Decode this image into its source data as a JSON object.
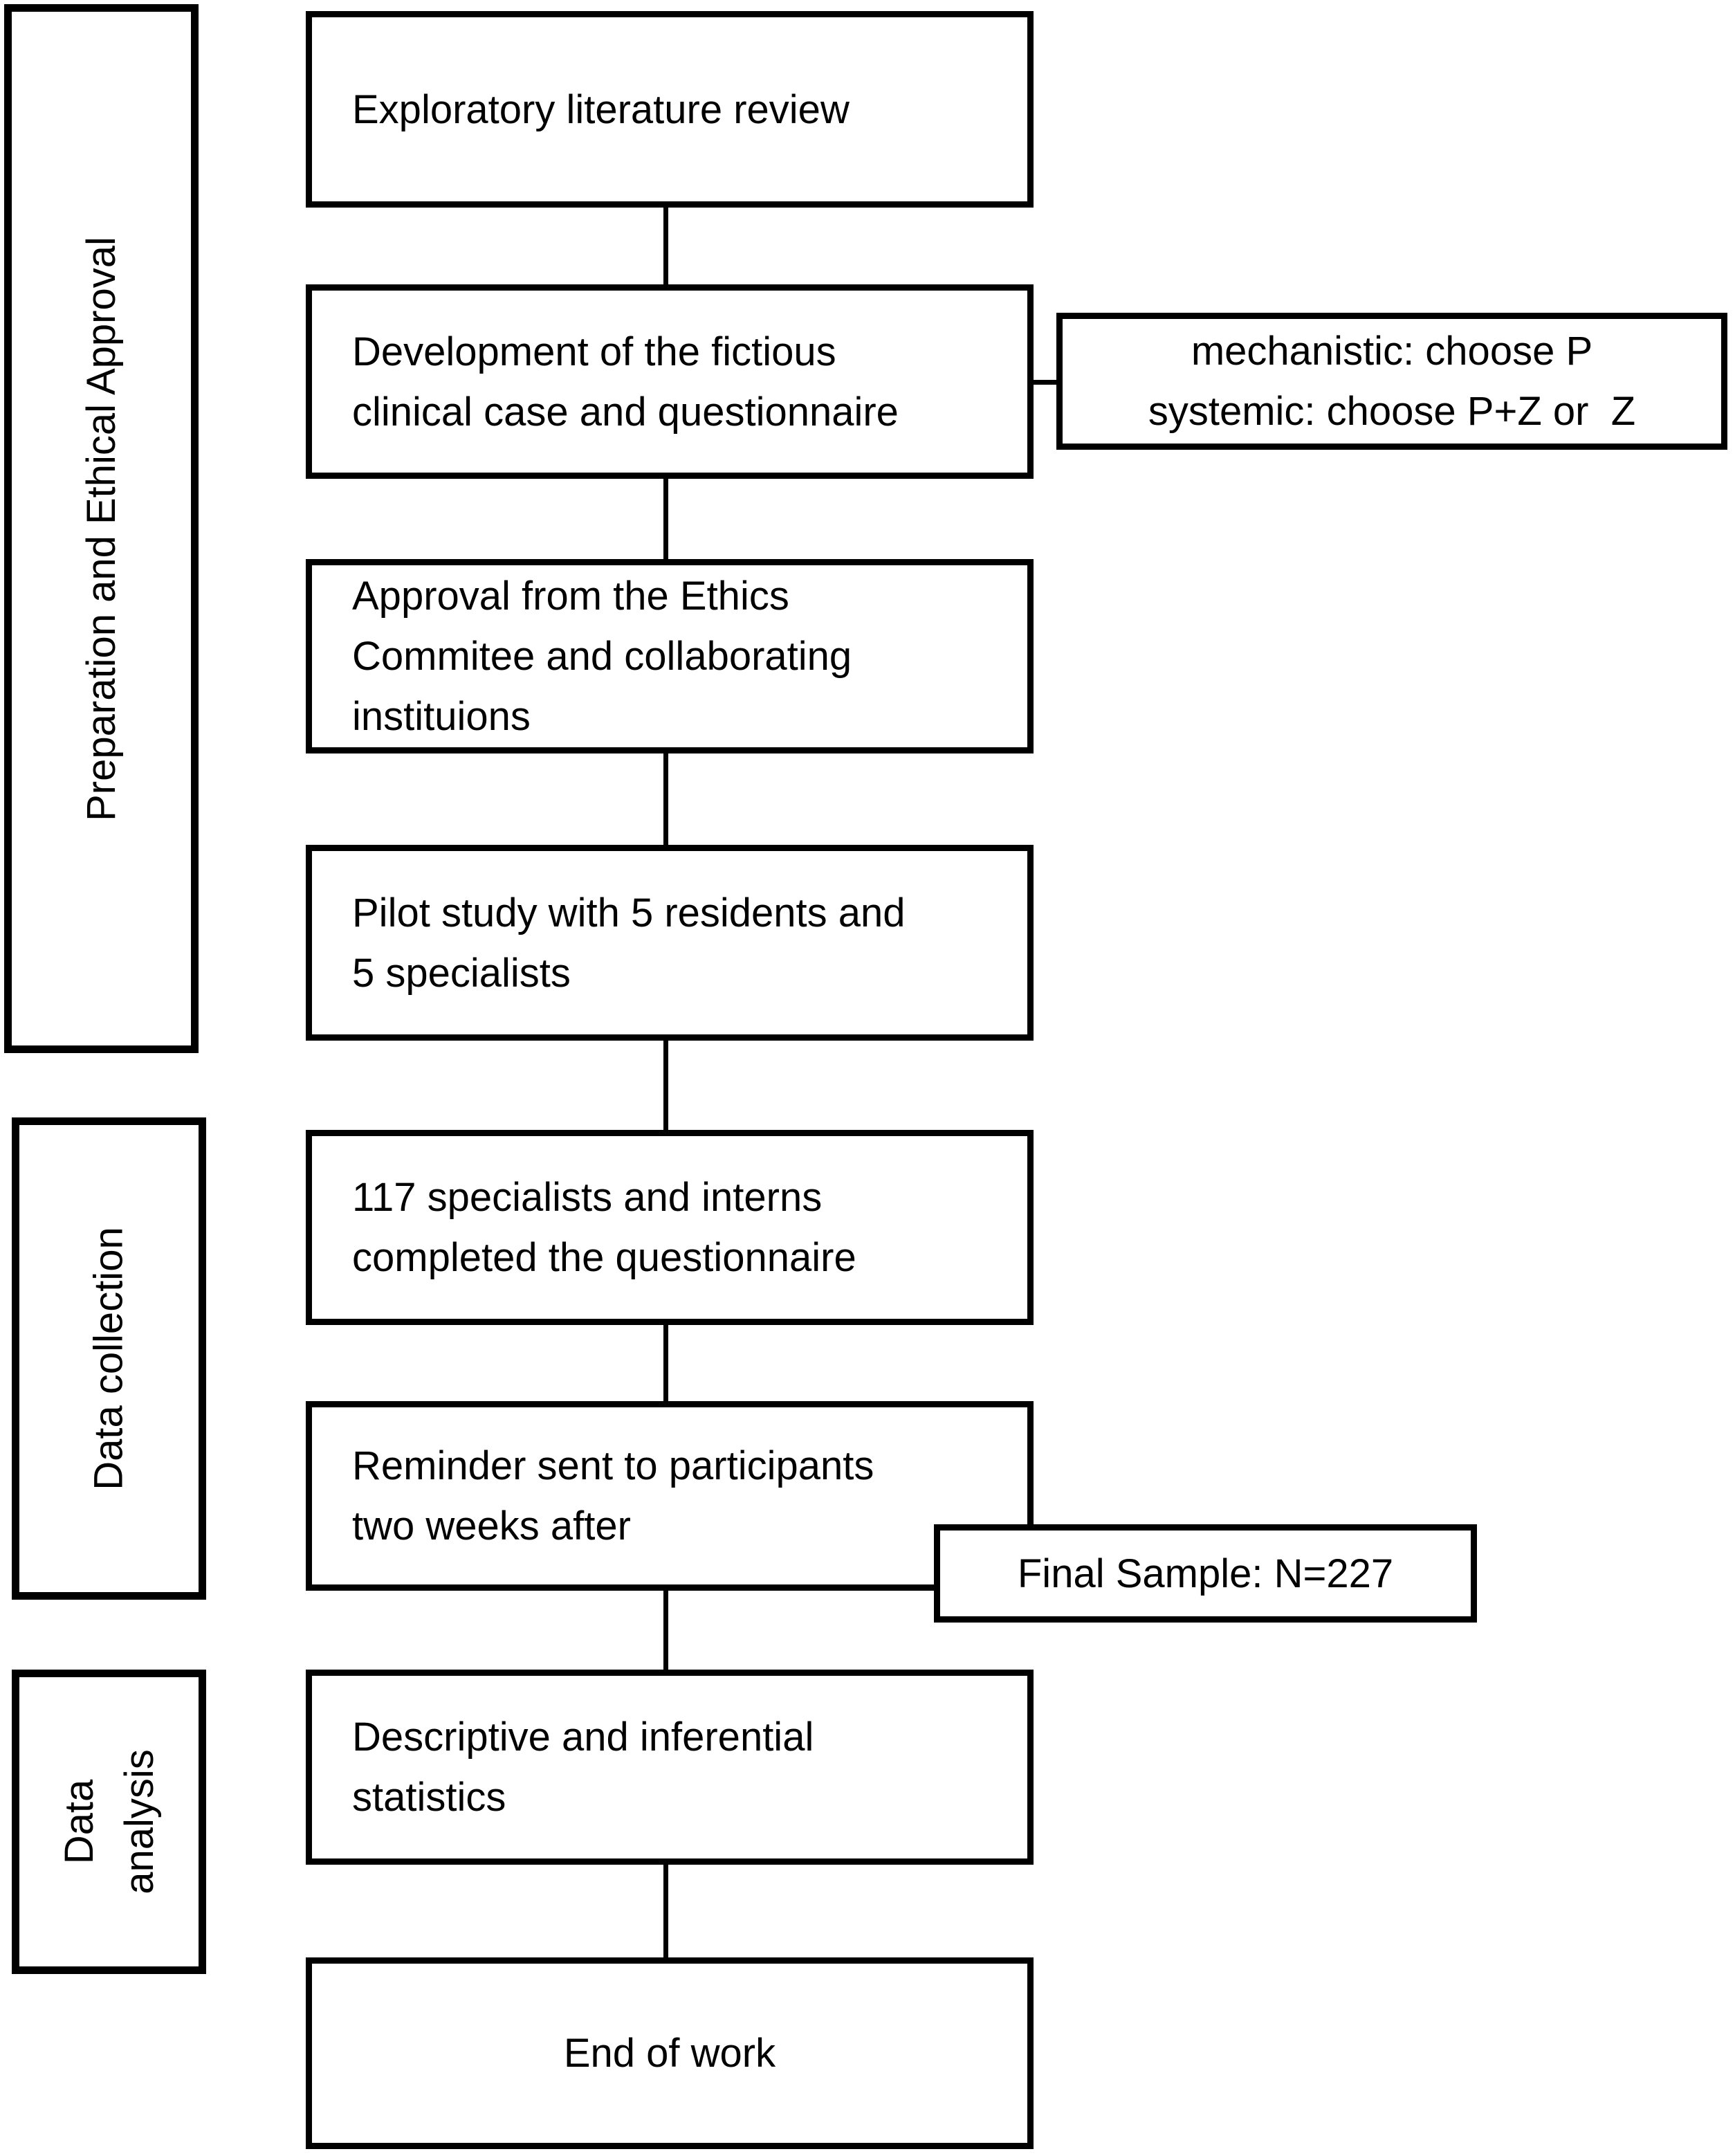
{
  "sidebar": {
    "sections": [
      {
        "label": "Preparation and Ethical Approval"
      },
      {
        "label": "Data collection"
      },
      {
        "label": "Data\nanalysis"
      }
    ]
  },
  "flow": {
    "steps": [
      {
        "text": "Exploratory literature review"
      },
      {
        "text": "Development of the fictious\nclinical case and questionnaire"
      },
      {
        "text": "Approval from the Ethics\nCommitee and collaborating\ninstituions"
      },
      {
        "text": "Pilot study with 5 residents and\n5 specialists"
      },
      {
        "text": "117 specialists and interns\ncompleted the questionnaire"
      },
      {
        "text": "Reminder sent to participants\ntwo weeks after"
      },
      {
        "text": "Descriptive and inferential\nstatistics"
      },
      {
        "text": "End of work"
      }
    ],
    "annotations": [
      {
        "text": "mechanistic: choose P\nsystemic: choose P+Z or  Z"
      },
      {
        "text": "Final Sample: N=227"
      }
    ]
  },
  "colors": {
    "border": "#000000",
    "background": "#ffffff",
    "text": "#000000"
  }
}
